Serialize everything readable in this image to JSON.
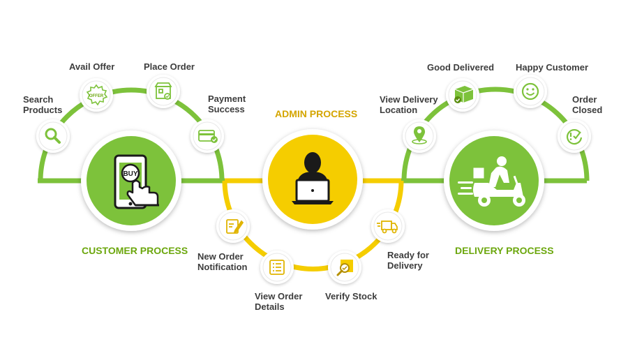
{
  "colors": {
    "green": "#7dc23b",
    "green_dark": "#6ca70e",
    "yellow": "#f5cd00",
    "admin_title": "#d4a500",
    "icon_ring": "#e6e6e6",
    "label_text": "#3d3d3d"
  },
  "titles": {
    "customer": "CUSTOMER PROCESS",
    "admin": "ADMIN PROCESS",
    "delivery": "DELIVERY PROCESS"
  },
  "steps": {
    "search_products": "Search\nProducts",
    "avail_offer": "Avail Offer",
    "place_order": "Place Order",
    "payment_success": "Payment\nSuccess",
    "new_order_notification": "New Order\nNotification",
    "view_order_details": "View Order\nDetails",
    "verify_stock": "Verify Stock",
    "ready_for_delivery": "Ready for\nDelivery",
    "view_delivery_location": "View Delivery\nLocation",
    "good_delivered": "Good Delivered",
    "happy_customer": "Happy Customer",
    "order_closed": "Order\nClosed"
  },
  "icons": {
    "customer_hub": "phone-buy-icon",
    "admin_hub": "admin-laptop-icon",
    "delivery_hub": "delivery-scooter-icon",
    "search_products": "search-icon",
    "avail_offer": "offer-badge-icon",
    "place_order": "shop-icon",
    "payment_success": "card-icon",
    "new_order_notification": "notepad-icon",
    "view_order_details": "list-icon",
    "verify_stock": "magnify-check-icon",
    "ready_for_delivery": "truck-icon",
    "view_delivery_location": "location-pin-icon",
    "good_delivered": "box-check-icon",
    "happy_customer": "smiley-icon",
    "order_closed": "check-alert-icon"
  },
  "phone_badge_text": "BUY",
  "offer_badge_text": "OFFER"
}
